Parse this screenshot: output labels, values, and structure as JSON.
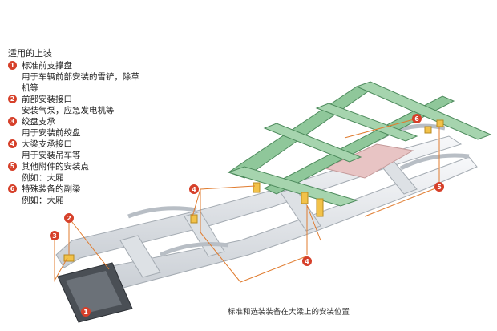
{
  "legend": {
    "title": "适用的上装",
    "items": [
      {
        "num": "1",
        "name": "标准前支撑盘",
        "desc": [
          "用于车辆前部安装的雪铲，除草",
          "机等"
        ]
      },
      {
        "num": "2",
        "name": "前部安装接口",
        "desc": [
          "安装气泵，应急发电机等"
        ]
      },
      {
        "num": "3",
        "name": "绞盘支承",
        "desc": [
          "用于安装前绞盘"
        ]
      },
      {
        "num": "4",
        "name": "大梁支承接口",
        "desc": [
          "用于安装吊车等"
        ]
      },
      {
        "num": "5",
        "name": "其他附件的安装点",
        "desc": [
          "例如：大厢"
        ]
      },
      {
        "num": "6",
        "name": "特殊装备的副梁",
        "desc": [
          "例如：大厢"
        ]
      }
    ]
  },
  "badges": [
    "1",
    "2",
    "3",
    "4",
    "4",
    "5",
    "6"
  ],
  "caption": "标准和选装装备在大梁上的安装位置",
  "colors": {
    "badge": "#d6402a",
    "leader": "#e07b2e",
    "subframe": "#8fc79a",
    "frame": "#e8ebee",
    "mount": "#f2c24a"
  }
}
